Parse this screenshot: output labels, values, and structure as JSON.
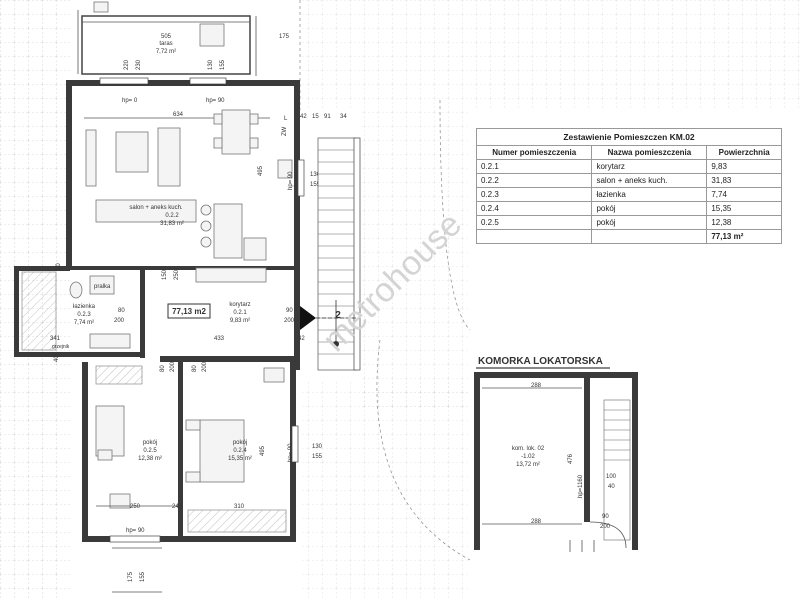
{
  "table": {
    "title": "Zestawienie Pomieszczen KM.02",
    "headers": [
      "Numer pomieszczenia",
      "Nazwa pomieszczenia",
      "Powierzchnia"
    ],
    "rows": [
      {
        "num": "0.2.1",
        "name": "korytarz",
        "area": "9,83"
      },
      {
        "num": "0.2.2",
        "name": "salon + aneks kuch.",
        "area": "31,83"
      },
      {
        "num": "0.2.3",
        "name": "łazienka",
        "area": "7,74"
      },
      {
        "num": "0.2.4",
        "name": "pokój",
        "area": "15,35"
      },
      {
        "num": "0.2.5",
        "name": "pokój",
        "area": "12,38"
      }
    ],
    "total": "77,13 m²"
  },
  "rooms": {
    "taras": {
      "dim": "505",
      "name": "taras",
      "area": "7,72 m²"
    },
    "salon": {
      "name": "salon + aneks kuch.",
      "num": "0.2.2",
      "area": "31,83 m²"
    },
    "lazienka": {
      "name": "łazienka",
      "num": "0.2.3",
      "area": "7,74 m²"
    },
    "korytarz": {
      "name": "korytarz",
      "num": "0.2.1",
      "area": "9,83 m²"
    },
    "pokoj5": {
      "name": "pokój",
      "num": "0.2.5",
      "area": "12,38 m²"
    },
    "pokoj4": {
      "name": "pokój",
      "num": "0.2.4",
      "area": "15,35 m²"
    },
    "komorka": {
      "name": "kom. lok. 02",
      "num": "-1.02",
      "area": "13,72 m²"
    }
  },
  "labels": {
    "total_area_box": "77,13 m2",
    "komorka_title": "KOMORKA LOKATORSKA",
    "section_mark": "2",
    "pralka": "pralka",
    "grzejnik": "grzejnik",
    "watermark": "metrohouse",
    "zw": "ZW",
    "l_mark": "L"
  },
  "dims": {
    "d175_top": "175",
    "d220": "220",
    "d230": "230",
    "d130_top": "130",
    "d155_top": "155",
    "hp_a": "hp= 0",
    "hp_b": "hp= 90",
    "d634": "634",
    "d42_a": "42",
    "d15": "15",
    "d91": "91",
    "d34": "34",
    "d130_r": "130",
    "d155_r": "155",
    "hp_r": "hp= 90",
    "d495": "495",
    "d150": "150",
    "d250": "250",
    "d30": "30",
    "d80_a": "80",
    "d200_a": "200",
    "d90_a": "90",
    "d200_b": "200",
    "d42_b": "42",
    "d341": "341",
    "d433": "433",
    "d40": "40",
    "d80_b": "80",
    "d200_c": "200",
    "d80_c": "80",
    "d200_d": "200",
    "d495_b": "495",
    "hp_r2": "hp= 90",
    "d130_b": "130",
    "d155_b": "155",
    "d250_b": "250",
    "d24": "24",
    "d310": "310",
    "hp_bot": "hp= 90",
    "d175_bot": "175",
    "d155_bot": "155",
    "d288_top": "288",
    "d288_bot": "288",
    "d476": "476",
    "hp_k": "hp=1160",
    "d100": "100",
    "d40_k": "40",
    "d90_k": "90",
    "d200_k": "200"
  }
}
